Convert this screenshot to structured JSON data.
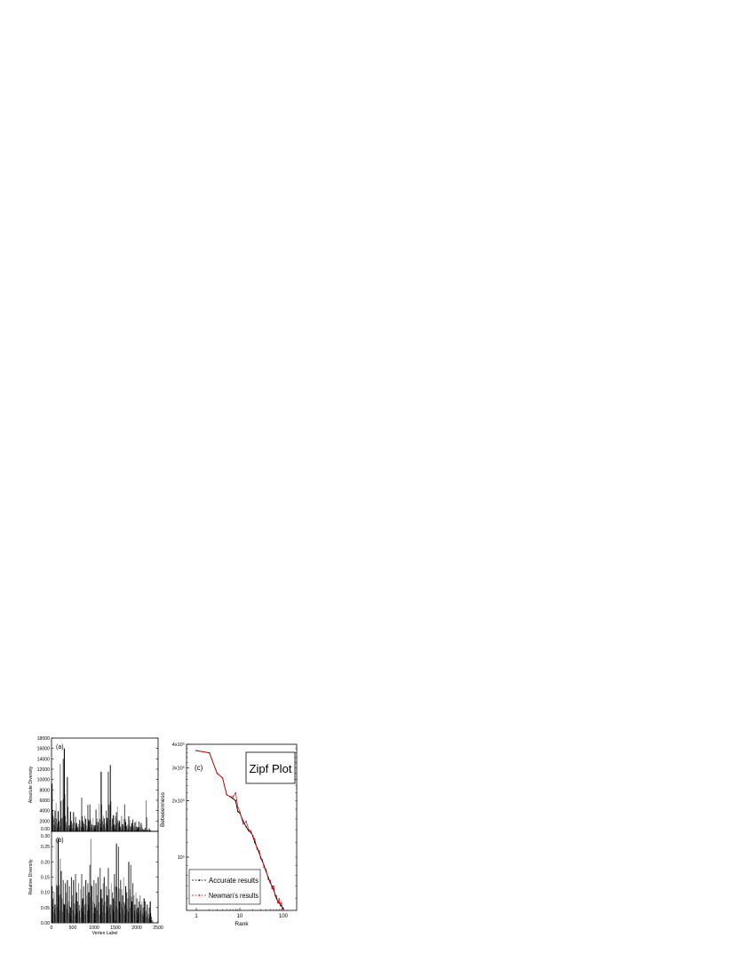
{
  "chart_data": [
    {
      "type": "bar",
      "panel_label": "(a)",
      "xlabel": "",
      "ylabel": "Absolute Diversity",
      "xlim": [
        0,
        2500
      ],
      "ylim": [
        0,
        18000
      ],
      "yticks": [
        "0.00",
        "2000",
        "4000",
        "6000",
        "8000",
        "10000",
        "12000",
        "14000",
        "16000",
        "18000"
      ],
      "x_step": 24,
      "values": [
        9200,
        3000,
        2500,
        4000,
        5500,
        1500,
        3900,
        2000,
        13000,
        2500,
        6000,
        14000,
        16000,
        3000,
        1800,
        10500,
        2500,
        1200,
        3800,
        2000,
        1500,
        3700,
        1000,
        2800,
        1600,
        900,
        1400,
        2200,
        1800,
        6500,
        2000,
        1500,
        3000,
        2400,
        1100,
        5100,
        2000,
        5200,
        1700,
        1300,
        2600,
        900,
        1200,
        4200,
        2500,
        1800,
        5300,
        1500,
        11500,
        2000,
        3000,
        2500,
        1500,
        4000,
        2600,
        11500,
        5000,
        12800,
        2000,
        2500,
        3100,
        1200,
        2900,
        3700,
        4800,
        1600,
        2000,
        900,
        3000,
        1400,
        2400,
        5200,
        1800,
        1000,
        1300,
        2900,
        2200,
        900,
        1600,
        2300,
        700,
        1700,
        2000,
        900,
        800,
        1900,
        600,
        1600,
        1200,
        400,
        300,
        700,
        6000,
        300,
        400,
        600,
        200,
        100,
        100,
        50
      ]
    },
    {
      "type": "bar",
      "panel_label": "(b)",
      "xlabel": "Vertex Label",
      "ylabel": "Relative Diversity",
      "xlim": [
        0,
        2500
      ],
      "ylim": [
        0,
        0.3
      ],
      "xticks": [
        "0",
        "500",
        "1000",
        "1500",
        "2000",
        "2500"
      ],
      "yticks": [
        "0.00",
        "0.05",
        "0.10",
        "0.15",
        "0.20",
        "0.25",
        "0.30"
      ],
      "x_step": 24,
      "values": [
        0.12,
        0.08,
        0.1,
        0.06,
        0.275,
        0.12,
        0.275,
        0.09,
        0.21,
        0.17,
        0.08,
        0.14,
        0.06,
        0.13,
        0.1,
        0.14,
        0.07,
        0.12,
        0.05,
        0.15,
        0.09,
        0.14,
        0.06,
        0.16,
        0.1,
        0.07,
        0.13,
        0.04,
        0.11,
        0.16,
        0.08,
        0.12,
        0.06,
        0.14,
        0.09,
        0.13,
        0.1,
        0.19,
        0.275,
        0.12,
        0.07,
        0.14,
        0.05,
        0.13,
        0.09,
        0.15,
        0.06,
        0.18,
        0.11,
        0.08,
        0.13,
        0.15,
        0.07,
        0.12,
        0.09,
        0.18,
        0.11,
        0.06,
        0.13,
        0.1,
        0.08,
        0.16,
        0.12,
        0.26,
        0.1,
        0.25,
        0.07,
        0.14,
        0.11,
        0.09,
        0.15,
        0.06,
        0.12,
        0.1,
        0.08,
        0.2,
        0.11,
        0.19,
        0.07,
        0.13,
        0.09,
        0.06,
        0.1,
        0.08,
        0.05,
        0.07,
        0.09,
        0.06,
        0.07,
        0.05,
        0.08,
        0.07,
        0.04,
        0.06,
        0.03,
        0.05,
        0.07,
        0.02,
        0.01,
        0.0
      ]
    },
    {
      "type": "line",
      "panel_label": "(c)",
      "title": "Zipf Plot",
      "xlabel": "Rank",
      "ylabel": "Betweenness",
      "xscale": "log",
      "yscale": "log",
      "xlim": [
        0.7,
        150
      ],
      "ylim": [
        52000,
        400000
      ],
      "xticks": [
        "1",
        "10",
        "100"
      ],
      "yticks": [
        {
          "value": 100000,
          "label": "10⁵"
        },
        {
          "value": 200000,
          "label": "2x10⁵"
        },
        {
          "value": 300000,
          "label": "3x10⁵"
        },
        {
          "value": 400000,
          "label": "4x10⁵"
        }
      ],
      "legend_position": "bottom-left",
      "x": [
        1,
        2,
        3,
        4,
        5,
        6,
        7,
        8,
        9,
        10,
        12,
        14,
        16,
        18,
        20,
        22,
        25,
        28,
        30,
        33,
        36,
        40,
        45,
        50,
        55,
        60,
        65,
        70,
        75,
        80,
        85,
        90,
        95,
        100
      ],
      "series": [
        {
          "name": "Accurate results",
          "color": "#000000",
          "values": [
            370000,
            360000,
            280000,
            265000,
            215000,
            210000,
            205000,
            200000,
            175000,
            172000,
            155000,
            145000,
            138000,
            135000,
            130000,
            120000,
            112000,
            105000,
            100000,
            95000,
            90000,
            84000,
            78000,
            73000,
            70000,
            67000,
            63000,
            60000,
            58000,
            57000,
            56000,
            55000,
            54000,
            53000
          ]
        },
        {
          "name": "Newman's results",
          "color": "#e00000",
          "values": [
            370000,
            360000,
            280000,
            265000,
            215000,
            210000,
            210000,
            220000,
            185000,
            175000,
            150000,
            155000,
            140000,
            138000,
            128000,
            125000,
            110000,
            108000,
            98000,
            97000,
            88000,
            86000,
            76000,
            75000,
            68000,
            70000,
            62000,
            62000,
            57000,
            60000,
            55000,
            57000,
            53000,
            52000
          ]
        }
      ]
    }
  ]
}
